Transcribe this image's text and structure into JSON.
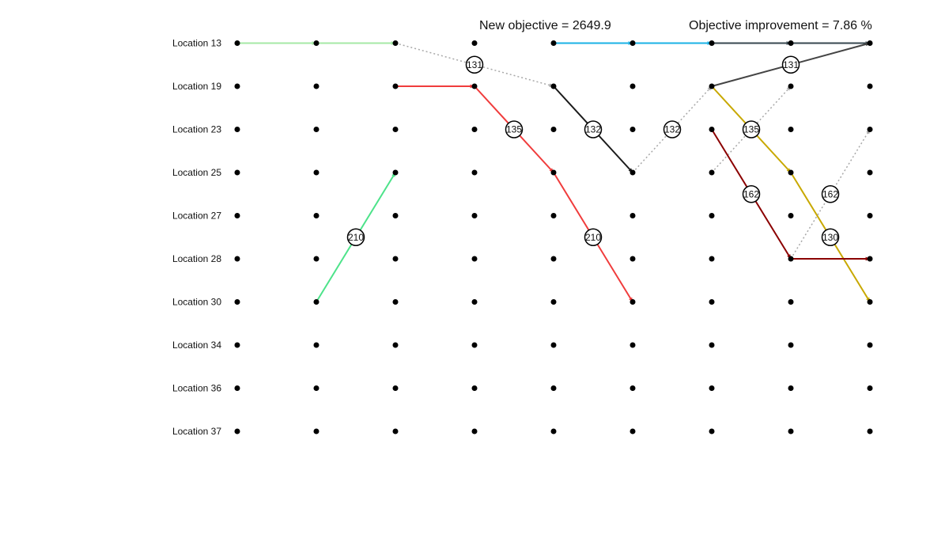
{
  "header": {
    "objective": "New objective = 2649.9",
    "improvement": "Objective improvement = 7.86 %"
  },
  "locations": [
    "Location 13",
    "Location 19",
    "Location 23",
    "Location 25",
    "Location 27",
    "Location 28",
    "Location 30",
    "Location 34",
    "Location 36",
    "Location 37"
  ],
  "time_steps": 9,
  "colors": {
    "light_green": "#a6e8a6",
    "green": "#4de38a",
    "red": "#f03c3c",
    "gray_dotted": "#a8a8a8",
    "black": "#1a1a1a",
    "blue": "#1ab2e6",
    "dark_slate": "#37474f",
    "dark_gray": "#444444",
    "gold": "#c8a800",
    "dark_red": "#8b0000"
  },
  "routes": [
    {
      "color": "light_green",
      "dashed": false,
      "path": [
        [
          0,
          0
        ],
        [
          1,
          0
        ],
        [
          2,
          0
        ]
      ]
    },
    {
      "color": "green",
      "dashed": false,
      "path": [
        [
          1,
          6
        ],
        [
          2,
          3
        ]
      ],
      "labels": [
        {
          "seg": 0,
          "text": "210"
        }
      ]
    },
    {
      "color": "gray_dotted",
      "dashed": true,
      "path": [
        [
          2,
          0
        ],
        [
          4,
          1
        ]
      ],
      "labels": [
        {
          "seg": 0,
          "text": "131"
        }
      ]
    },
    {
      "color": "red",
      "dashed": false,
      "path": [
        [
          2,
          1
        ],
        [
          3,
          1
        ],
        [
          4,
          3
        ],
        [
          5,
          6
        ]
      ],
      "labels": [
        {
          "seg": 1,
          "text": "135"
        },
        {
          "seg": 2,
          "text": "210"
        }
      ]
    },
    {
      "color": "black",
      "dashed": false,
      "path": [
        [
          4,
          1
        ],
        [
          5,
          3
        ]
      ],
      "labels": [
        {
          "seg": 0,
          "text": "132"
        }
      ]
    },
    {
      "color": "gray_dotted",
      "dashed": true,
      "path": [
        [
          5,
          3
        ],
        [
          6,
          1
        ]
      ],
      "labels": [
        {
          "seg": 0,
          "text": "132"
        }
      ]
    },
    {
      "color": "blue",
      "dashed": false,
      "path": [
        [
          4,
          0
        ],
        [
          5,
          0
        ],
        [
          6,
          0
        ]
      ]
    },
    {
      "color": "dark_slate",
      "dashed": false,
      "path": [
        [
          6,
          0
        ],
        [
          7,
          0
        ],
        [
          8,
          0
        ]
      ]
    },
    {
      "color": "dark_gray",
      "dashed": false,
      "path": [
        [
          6,
          1
        ],
        [
          8,
          0
        ]
      ],
      "labels": [
        {
          "seg": 0,
          "text": "131"
        }
      ]
    },
    {
      "color": "gold",
      "dashed": false,
      "path": [
        [
          6,
          1
        ],
        [
          7,
          3
        ],
        [
          8,
          6
        ]
      ],
      "labels": [
        {
          "seg": 0,
          "text": "135"
        },
        {
          "seg": 1,
          "text": "130"
        }
      ]
    },
    {
      "color": "gray_dotted",
      "dashed": true,
      "path": [
        [
          6,
          3
        ],
        [
          7,
          1
        ]
      ]
    },
    {
      "color": "dark_red",
      "dashed": false,
      "path": [
        [
          6,
          2
        ],
        [
          7,
          5
        ],
        [
          8,
          5
        ]
      ],
      "labels": [
        {
          "seg": 0,
          "text": "162"
        }
      ]
    },
    {
      "color": "gray_dotted",
      "dashed": true,
      "path": [
        [
          7,
          5
        ],
        [
          8,
          2
        ]
      ],
      "labels": [
        {
          "seg": 0,
          "text": "162"
        }
      ]
    }
  ]
}
